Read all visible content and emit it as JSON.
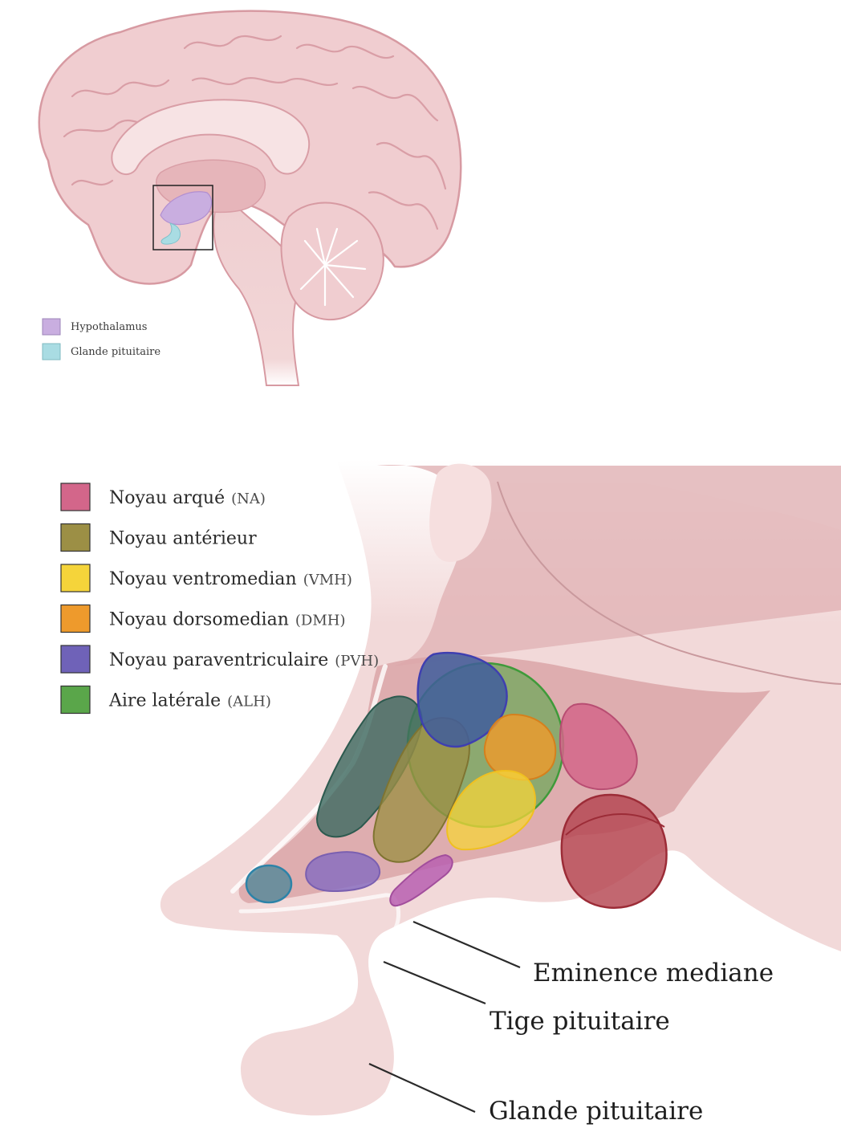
{
  "colors": {
    "brain_fill": "#f0cdd0",
    "brain_outline": "#d79aa2",
    "brain_inner": "#e6b5ba",
    "hypothalamus": "#c9aee0",
    "pituitary": "#a9dce3",
    "tissue_light": "#f6dfdf",
    "tissue_mid": "#e2b5b7",
    "tissue_dark": "#c9999d",
    "na": "#d3668a",
    "anterior": "#9c8f45",
    "vmh": "#f5d43a",
    "dmh": "#ee9a2c",
    "pvh": "#6f62b8",
    "alh": "#5aa64a",
    "dark_teal": "#3f6b62",
    "red_round": "#b54650"
  },
  "small_legend": [
    {
      "label": "Hypothalamus",
      "color": "#c9aee0",
      "icon": "swatch"
    },
    {
      "label": "Glande pituitaire",
      "color": "#a9dce3",
      "icon": "swatch"
    }
  ],
  "nuclei_legend": [
    {
      "name": "Noyau arqué",
      "abbr": "(NA)",
      "color": "#d3668a"
    },
    {
      "name": "Noyau antérieur",
      "abbr": "",
      "color": "#9c8f45"
    },
    {
      "name": "Noyau ventromedian",
      "abbr": "(VMH)",
      "color": "#f5d43a"
    },
    {
      "name": "Noyau dorsomedian",
      "abbr": "(DMH)",
      "color": "#ee9a2c"
    },
    {
      "name": "Noyau paraventriculaire",
      "abbr": "(PVH)",
      "color": "#6f62b8"
    },
    {
      "name": "Aire latérale",
      "abbr": "(ALH)",
      "color": "#5aa64a"
    }
  ],
  "callouts": {
    "eminence": "Eminence mediane",
    "tige": "Tige pituitaire",
    "glande": "Glande pituitaire"
  }
}
